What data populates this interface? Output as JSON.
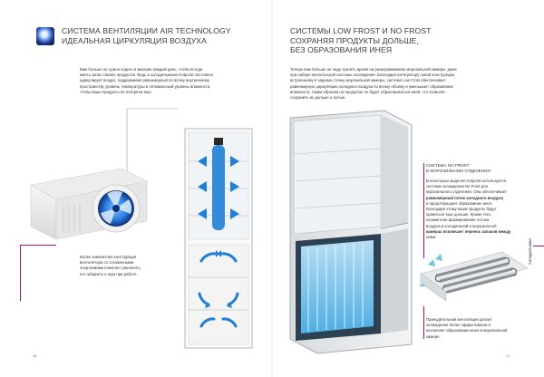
{
  "left": {
    "title_line1": "СИСТЕМА ВЕНТИЛЯЦИИ AIR TECHNOLOGY",
    "title_line2": "ИДЕАЛЬНАЯ ЦИРКУЛЯЦИЯ ВОЗДУХА",
    "intro_lines": [
      "Вам больше не нужно ходить в магазин каждый день, чтобы всегда",
      "иметь запас свежих продуктов. Ведь в холодильниках Hotpoint постоянно",
      "циркулирует воздух, поддерживая равномерный по всему внутреннему",
      "пространству уровень температуры и оптимальный уровень влажности,",
      "чтобы ваши продукты не потеряли вкус."
    ],
    "caption_lines": [
      "Более компактная конструкция",
      "вентилятора со сглаженными",
      "очертаниями помогает увеличить",
      "его габариты и шум при работе."
    ],
    "page_number": "16"
  },
  "right": {
    "title_line1": "СИСТЕМЫ LOW FROST И NO FROST",
    "title_line2": "СОХРАНЯЯ ПРОДУКТЫ ДОЛЬШЕ,",
    "title_line3": "БЕЗ ОБРАЗОВАНИЯ ИНЕЯ",
    "intro_lines": [
      "Теперь вам больше не надо тратить время на размораживание морозильной камеры: даже",
      "при наборе желательной системы охлаждения. Благодаря интегратору новой конструкции,",
      "встроенному в заднюю стенку морозильной камеры, система Low Frost обеспечивает",
      "равномерную циркуляцию холодного воздуха по всему объему и уменьшает образование",
      "влажности, таким образом на продуктах не будет образовываться иней, что позволит",
      "сохранить их дольше и лучше."
    ],
    "nofrost_heading1": "СИСТЕМА NO FROST",
    "nofrost_heading2": "В МОРОЗИЛЬНОМ ОТДЕЛЕНИИ",
    "nofrost_lines": [
      "В некоторых моделях Hotpoint используется",
      "система охлаждения No Frost для",
      "морозильного отделения. Она обеспечивает",
      "равномерный поток холодного воздуха",
      "и предотвращает образование инея.",
      "Благодаря этому ваши продукты будут",
      "храниться еще дольше. Кроме того,",
      "незаметное формирование потока",
      "воздуха в холодильной и морозильной",
      "камерах исключает перенос запахов между",
      "ними."
    ],
    "caption_lines": [
      "Принудительная вентиляция делает",
      "охлаждение более эффективным и",
      "исключает образование инея в морозильной",
      "камере."
    ],
    "side_tab": "Холодильники",
    "page_number": "17"
  },
  "colors": {
    "accent_magenta": "#b0126e",
    "air_blue": "#1f7fd6",
    "frost_blue": "#59b8ea"
  },
  "icons": [
    "air-technology-icon"
  ]
}
